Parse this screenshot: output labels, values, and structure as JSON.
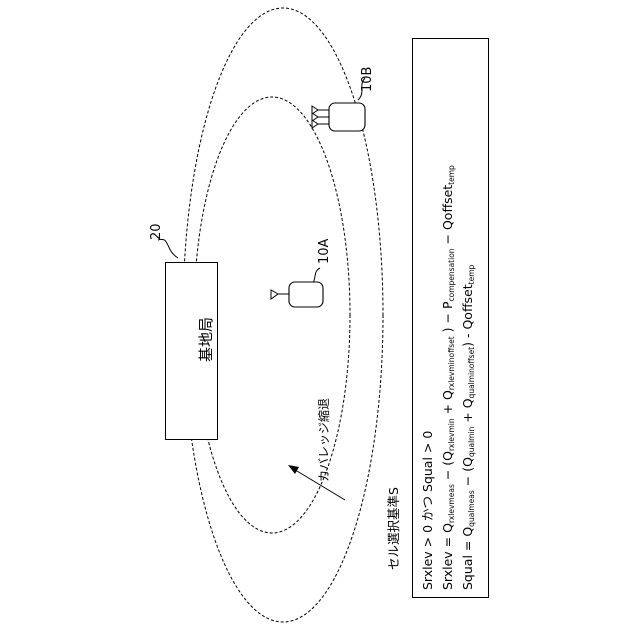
{
  "diagram": {
    "base_station": {
      "label": "基地局",
      "ref": "20"
    },
    "terminal_a": {
      "ref": "10A"
    },
    "terminal_b": {
      "ref": "10B"
    },
    "coverage_shrink_label": "カバレッジ縮退",
    "criteria_title": "セル選択基準S",
    "criteria": {
      "line1": "Srxlev > 0 かつ Squal > 0",
      "line2": {
        "lhs": "Srxlev = Q",
        "sub1": "rxlevmeas",
        "t2": " − (Q",
        "sub2": "rxlevmin",
        "t3": " + Q",
        "sub3": "rxlevminoffset",
        "t4": " ) − P",
        "sub4": "compensation",
        "t5": " − Qoffset",
        "sub5": "temp"
      },
      "line3": {
        "lhs": "Squal = Q",
        "sub1": "qualmeas",
        "t2": " − (Q",
        "sub2": "qualmin",
        "t3": " + Q",
        "sub3": "qualminoffset",
        "t4": ") - Qoffset",
        "sub4": "temp"
      }
    }
  }
}
